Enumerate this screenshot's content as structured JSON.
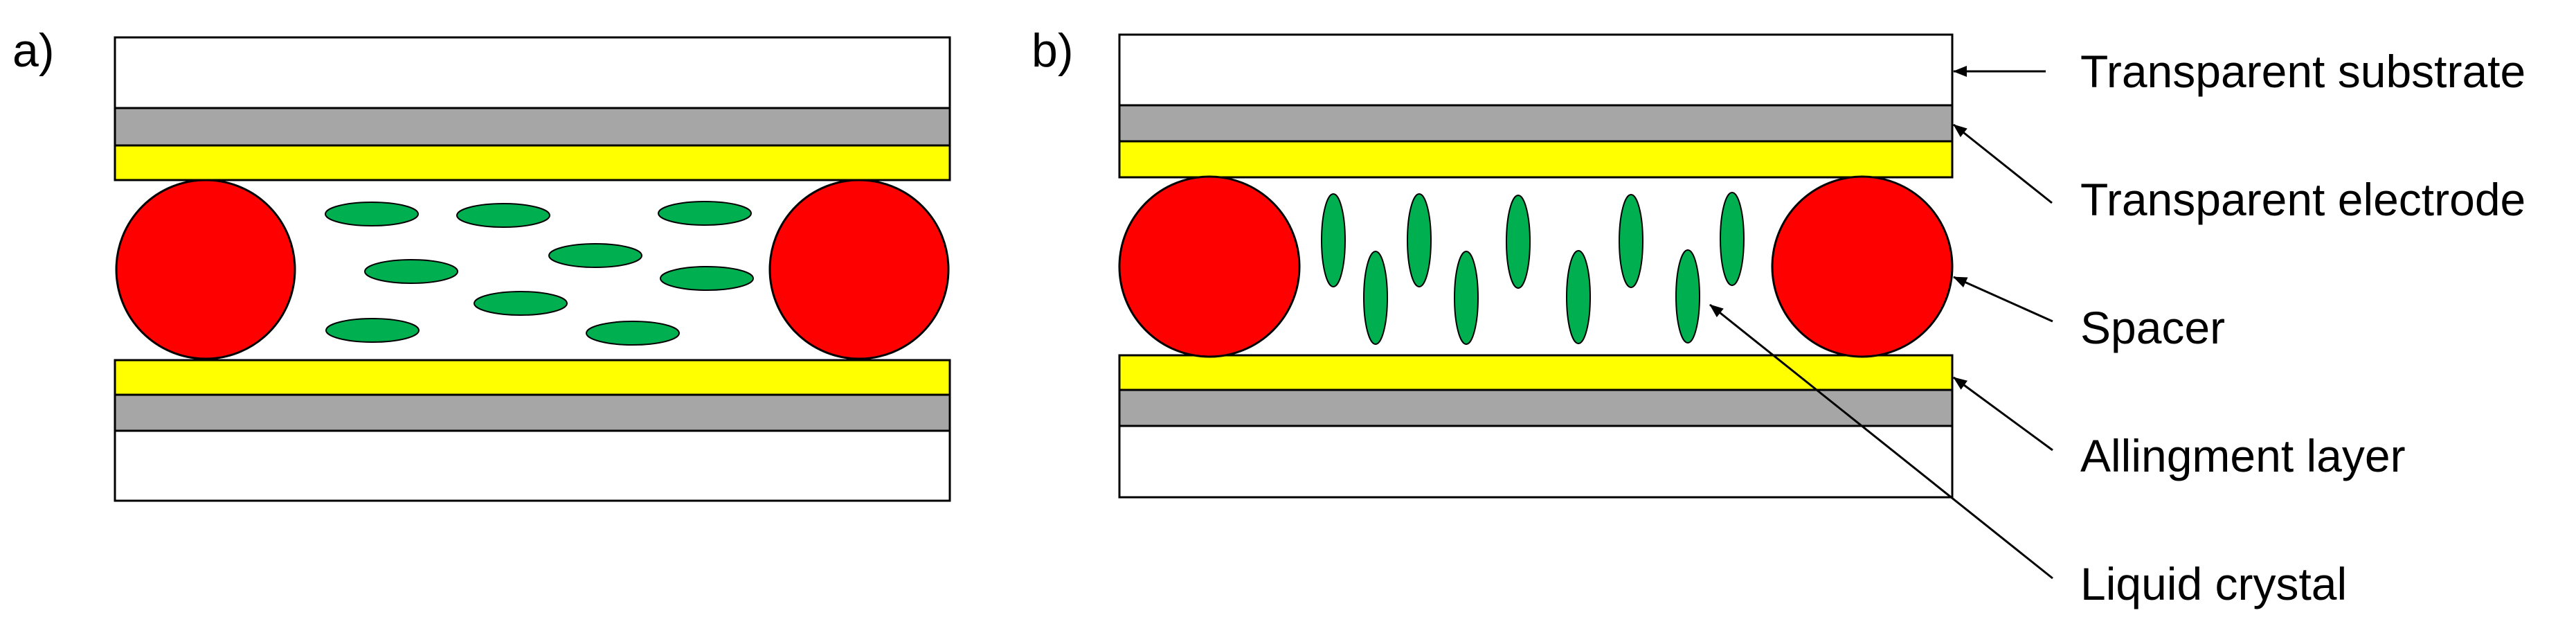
{
  "panels": {
    "a": {
      "label": "a)"
    },
    "b": {
      "label": "b)"
    }
  },
  "legend": {
    "substrate": "Transparent substrate",
    "electrode": "Transparent electrode",
    "spacer": "Spacer",
    "alignment": "Allingment layer",
    "liquid_crystal": "Liquid crystal"
  },
  "colors": {
    "substrate": "#ffffff",
    "alignment_layer": "#a6a6a6",
    "electrode": "#ffff00",
    "spacer": "#ff0000",
    "liquid_crystal": "#00b050",
    "outline": "#000000"
  },
  "lc_orientation": {
    "a": "horizontal",
    "b": "vertical"
  }
}
